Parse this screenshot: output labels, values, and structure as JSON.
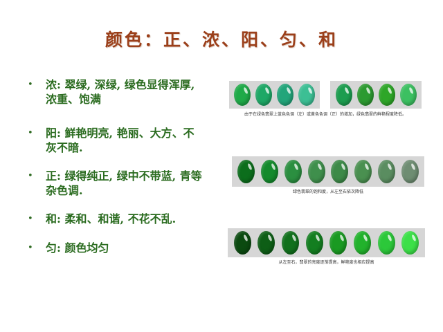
{
  "slide": {
    "title": "颜色：正、浓、阳、匀、和",
    "bullets": [
      {
        "marker": "•",
        "line1": "浓: 翠绿, 深绿, 绿色显得浑厚,",
        "line2": "浓重、饱满"
      },
      {
        "marker": "•",
        "line1": "阳: 鲜艳明亮, 艳丽、大方、不",
        "line2": "灰不暗."
      },
      {
        "marker": "•",
        "line1": "正: 绿得纯正, 绿中不带蓝, 青等",
        "line2": "杂色调."
      },
      {
        "marker": "•",
        "line1": "和: 柔和、和谐, 不花不乱.",
        "line2": ""
      },
      {
        "marker": "•",
        "line1": "匀:  颜色均匀",
        "line2": ""
      }
    ],
    "colors": {
      "title": "#9b3f1a",
      "bullet_text": "#2a6b1f",
      "panel_bg": "#d6d6d6"
    }
  },
  "figures": [
    {
      "name": "hue-comparison",
      "panels": [
        {
          "gems": [
            "#1faa48",
            "#1ea866",
            "#22a57a",
            "#3cbf94"
          ]
        },
        {
          "gems": [
            "#1c9d4f",
            "#2c9a30",
            "#2ea628",
            "#3cc061"
          ]
        }
      ],
      "caption": "由于在绿色翡翠上蓝色色调（左）或黄色色调（正）的增加，绿色翡翠的鲜艳程度降低。"
    },
    {
      "name": "saturation-scale",
      "panels": [
        {
          "gems": [
            "#0c6e1c",
            "#148a2c",
            "#2b8f40",
            "#3f8f4c",
            "#3d8a48",
            "#4a9050",
            "#5a8d60",
            "#6e8d72"
          ]
        }
      ],
      "caption": "绿色翡翠的饱和度，从左至右依次降低"
    },
    {
      "name": "brightness-scale",
      "panels": [
        {
          "gems": [
            "#0b4a10",
            "#0e5e16",
            "#11701c",
            "#137e20",
            "#1a9a22",
            "#22b22c",
            "#2cc83a",
            "#3ce048"
          ]
        }
      ],
      "caption": "从左至右，翡翠的亮度逐渐提高，鲜艳度也相应提高"
    }
  ]
}
